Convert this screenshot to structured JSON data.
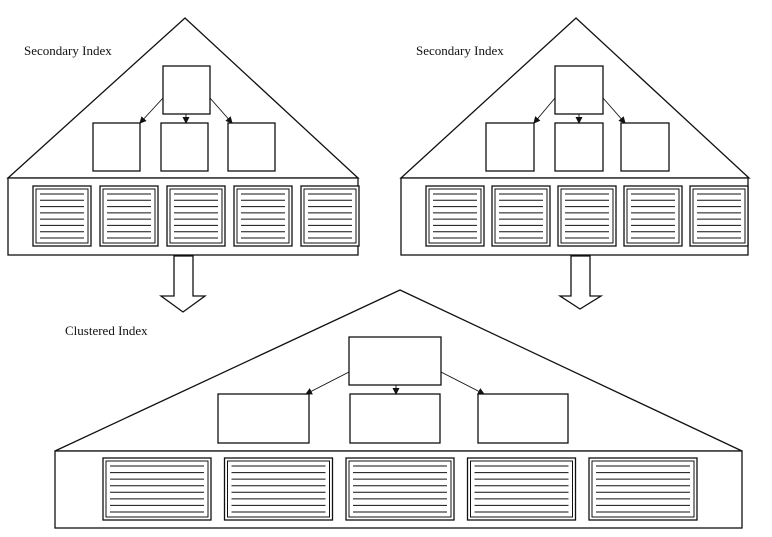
{
  "labels": {
    "left_tree": "Secondary Index",
    "right_tree": "Secondary Index",
    "bottom_tree": "Clustered Index"
  },
  "colors": {
    "ink": "#111111",
    "paper": "#ffffff"
  }
}
